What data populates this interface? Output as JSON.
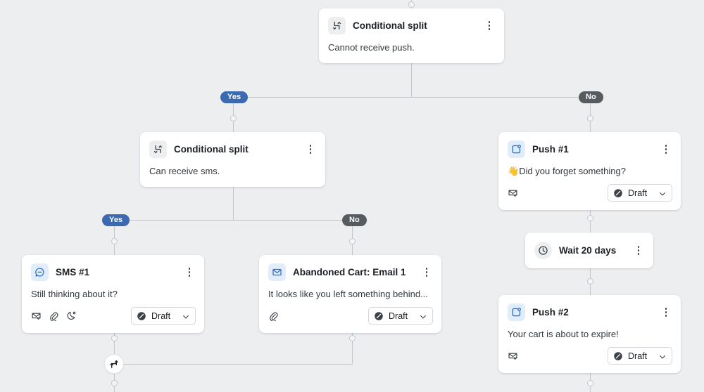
{
  "canvas": {
    "background": "#eceef0",
    "edge_color": "#c3c7cc"
  },
  "branch_labels": {
    "yes": "Yes",
    "no": "No",
    "yes_color": "#3c6ab0",
    "no_color": "#565b60"
  },
  "status": {
    "draft_label": "Draft"
  },
  "nodes": {
    "split_1": {
      "title": "Conditional split",
      "body": "Cannot receive push.",
      "icon": "split-icon"
    },
    "split_2": {
      "title": "Conditional split",
      "body": "Can receive sms.",
      "icon": "split-icon"
    },
    "push_1": {
      "title": "Push #1",
      "emoji": "👋",
      "body": "Did you forget something?",
      "icon": "push-icon",
      "status": "Draft"
    },
    "wait": {
      "title": "Wait 20 days",
      "icon": "clock-icon"
    },
    "push_2": {
      "title": "Push #2",
      "body": "Your cart is about to expire!",
      "icon": "push-icon",
      "status": "Draft"
    },
    "sms_1": {
      "title": "SMS #1",
      "body": "Still thinking about it?",
      "icon": "sms-icon",
      "status": "Draft"
    },
    "email_1": {
      "title": "Abandoned Cart: Email 1",
      "body": "It looks like you left something behind...",
      "icon": "email-icon",
      "status": "Draft"
    },
    "merge": {
      "icon": "merge-icon"
    }
  }
}
